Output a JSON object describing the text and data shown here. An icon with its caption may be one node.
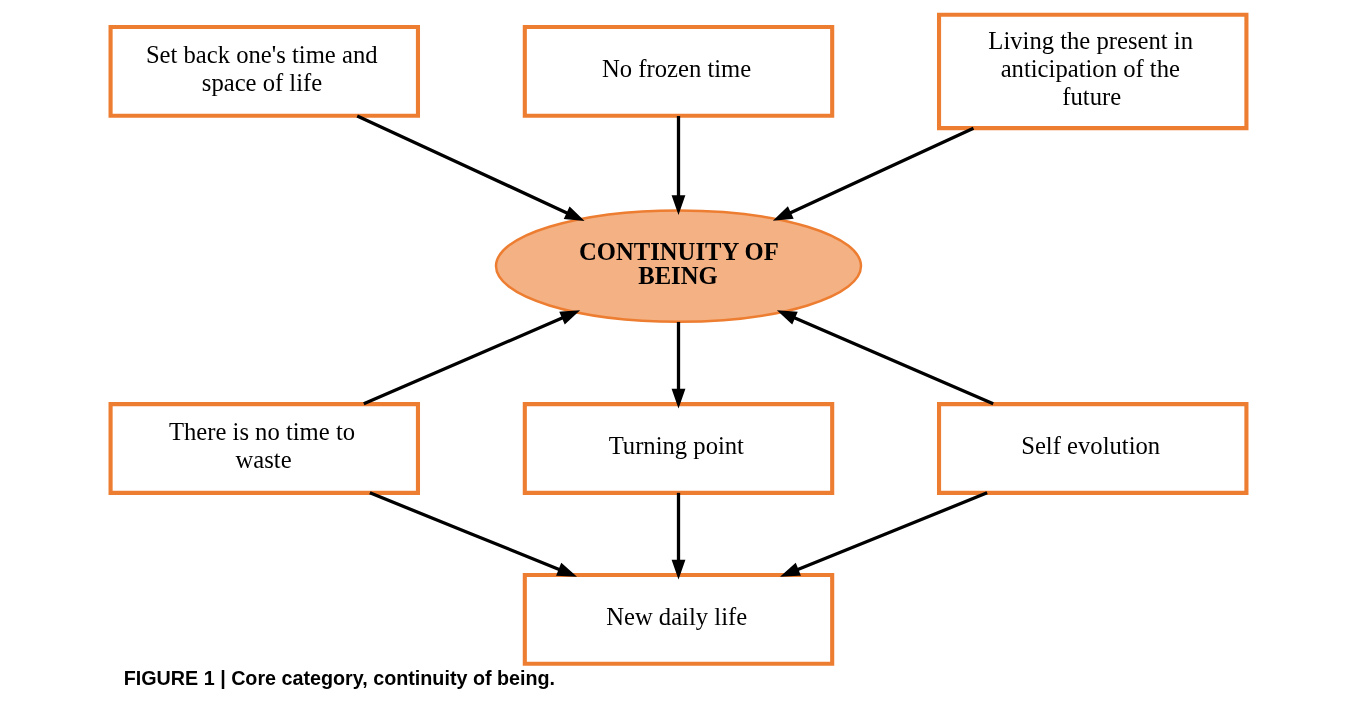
{
  "diagram": {
    "caption": "FIGURE 1 | Core category, continuity of being.",
    "nodes": [
      {
        "text": [
          "No frozen time"
        ]
      },
      {
        "text": [
          "Set back one's time and space of life"
        ]
      },
      {
        "text": [
          "Living the present in anticipation of the future"
        ]
      },
      {
        "text": [
          "CONTINUITY OF BEING"
        ]
      },
      {
        "text": [
          "There is no time to waste"
        ]
      },
      {
        "text": [
          "Self evolution"
        ]
      },
      {
        "text": [
          "Turning point"
        ]
      },
      {
        "text": [
          "New daily life"
        ]
      }
    ],
    "edges": [
      {
        "from": 0,
        "to": 3,
        "arrow": "to"
      },
      {
        "from": 1,
        "to": 3,
        "arrow": "to"
      },
      {
        "from": 2,
        "to": 3,
        "arrow": "to"
      },
      {
        "from": 4,
        "to": 3,
        "arrow": "to"
      },
      {
        "from": 5,
        "to": 3,
        "arrow": "to"
      },
      {
        "from": 3,
        "to": 6,
        "arrow": "to"
      },
      {
        "from": 6,
        "to": 7,
        "arrow": "to"
      },
      {
        "from": 4,
        "to": 7,
        "arrow": "to"
      },
      {
        "from": 5,
        "to": 7,
        "arrow": "to"
      }
    ]
  }
}
